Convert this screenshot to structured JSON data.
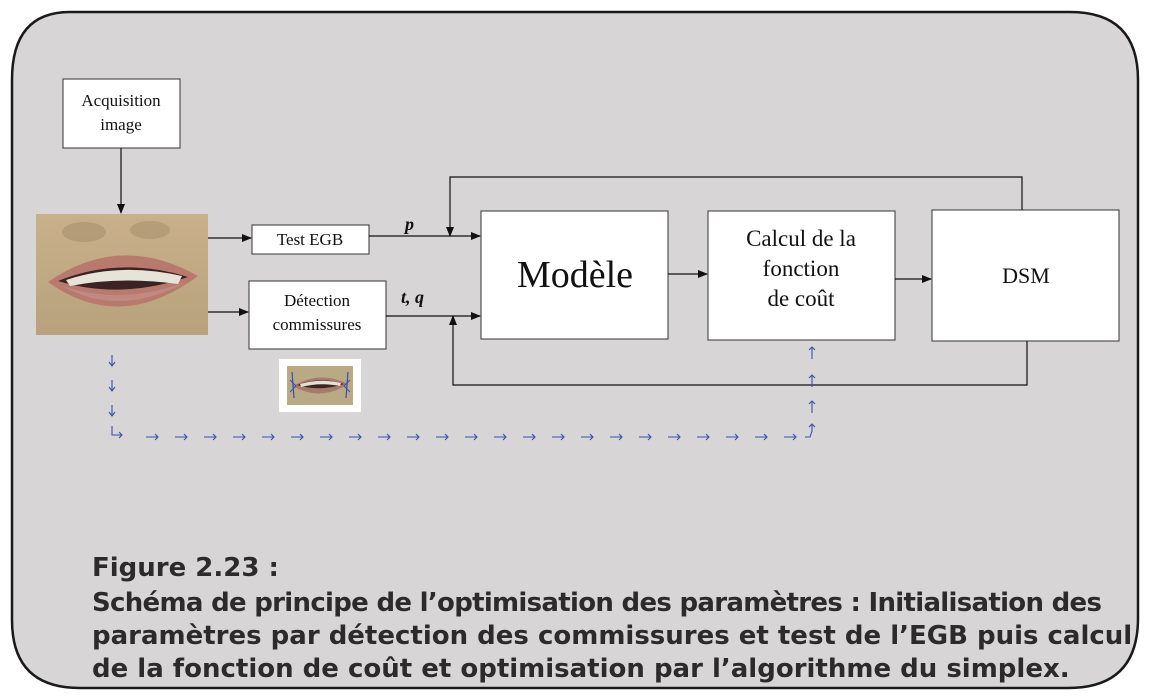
{
  "diagram": {
    "nodes": {
      "acquisition": [
        "Acquisition",
        "image"
      ],
      "test": "Test EGB",
      "detection": [
        "Détection",
        "commissures"
      ],
      "modele": "Modèle",
      "calcul": [
        "Calcul de la",
        "fonction",
        "de coût"
      ],
      "dsm": "DSM"
    },
    "edge_labels": {
      "p": "p",
      "tq": "t, q"
    },
    "images": [
      "mouth-photo",
      "mouth-thumbnail"
    ]
  },
  "caption": {
    "label": "Figure 2.23 :",
    "lines": [
      "Schéma de principe de l’optimisation des paramètres : Initialisation des",
      "paramètres par détection des commissures et test de l’EGB puis calcul",
      "de la fonction de coût et optimisation par l’algorithme du simplex."
    ]
  },
  "colors": {
    "background": "#d8d5d6",
    "frame": "#1a1a1a",
    "box": "#ffffff",
    "dashed_arrows": "#3b4fa8"
  }
}
